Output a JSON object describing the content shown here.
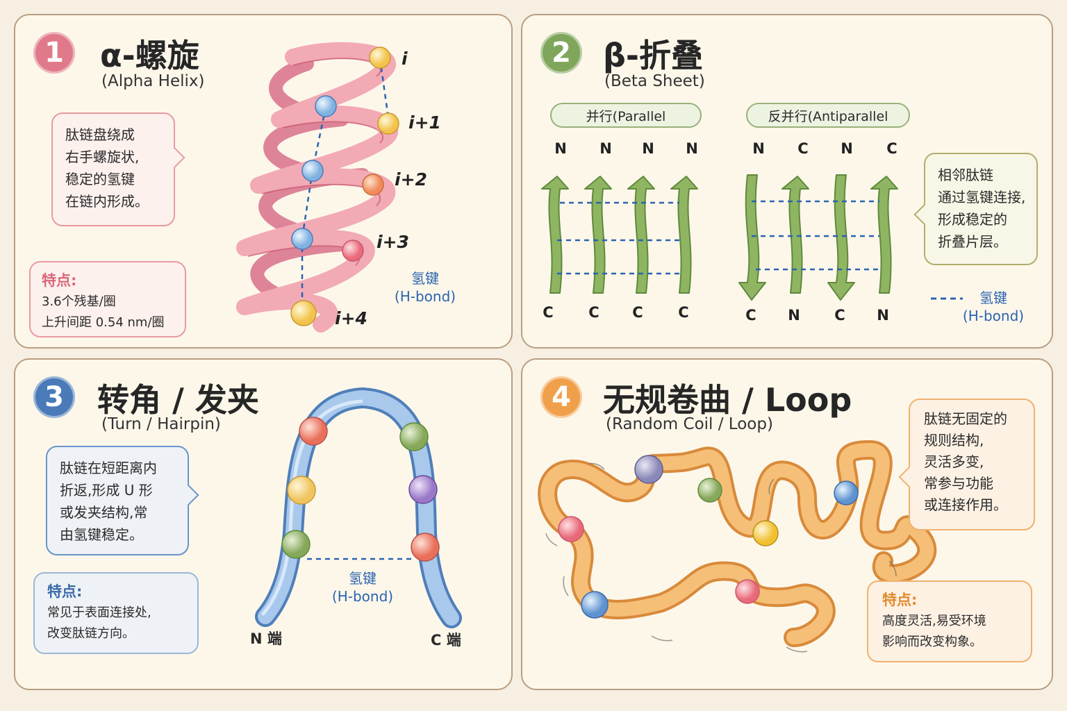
{
  "panels": {
    "alpha": {
      "number": "1",
      "title": "α-螺旋",
      "subtitle": "(Alpha Helix)",
      "description": [
        "肽链盘绕成",
        "右手螺旋状,",
        "稳定的氢键",
        "在链内形成。"
      ],
      "features_title": "特点:",
      "features": [
        "3.6个残基/圈",
        "上升间距 0.54 nm/圈"
      ],
      "residue_labels": [
        "i",
        "i+1",
        "i+2",
        "i+3",
        "i+4"
      ],
      "hbond_label": "氢键",
      "hbond_sub": "(H-bond)"
    },
    "beta": {
      "number": "2",
      "title": "β-折叠",
      "subtitle": "(Beta Sheet)",
      "parallel_label": "并行(Parallel",
      "antiparallel_label": "反并行(Antiparallel",
      "parallel_top": [
        "N",
        "N",
        "N",
        "N"
      ],
      "parallel_bottom": [
        "C",
        "C",
        "C",
        "C"
      ],
      "antiparallel_top": [
        "N",
        "C",
        "N",
        "C"
      ],
      "antiparallel_bottom": [
        "C",
        "N",
        "C",
        "N"
      ],
      "description": [
        "相邻肽链",
        "通过氢键连接,",
        "形成稳定的",
        "折叠片层。"
      ],
      "hbond_label": "氢键",
      "hbond_sub": "(H-bond)"
    },
    "turn": {
      "number": "3",
      "title": "转角 / 发夹",
      "subtitle": "(Turn / Hairpin)",
      "description": [
        "肽链在短距离内",
        "折返,形成 U 形",
        "或发夹结构,常",
        "由氢键稳定。"
      ],
      "features_title": "特点:",
      "features": [
        "常见于表面连接处,",
        "改变肽链方向。"
      ],
      "hbond_label": "氢键",
      "hbond_sub": "(H-bond)",
      "n_end": "N 端",
      "c_end": "C 端"
    },
    "loop": {
      "number": "4",
      "title": "无规卷曲 / Loop",
      "subtitle": "(Random Coil / Loop)",
      "description": [
        "肽链无固定的",
        "规则结构,",
        "灵活多变,",
        "常参与功能",
        "或连接作用。"
      ],
      "features_title": "特点:",
      "features": [
        "高度灵活,易受环境",
        "影响而改变构象。"
      ]
    }
  },
  "colors": {
    "alpha": "#e07a8a",
    "beta": "#7fa65a",
    "turn": "#4a7ab8",
    "loop": "#f0a04b",
    "hbond": "#2a63b0"
  }
}
